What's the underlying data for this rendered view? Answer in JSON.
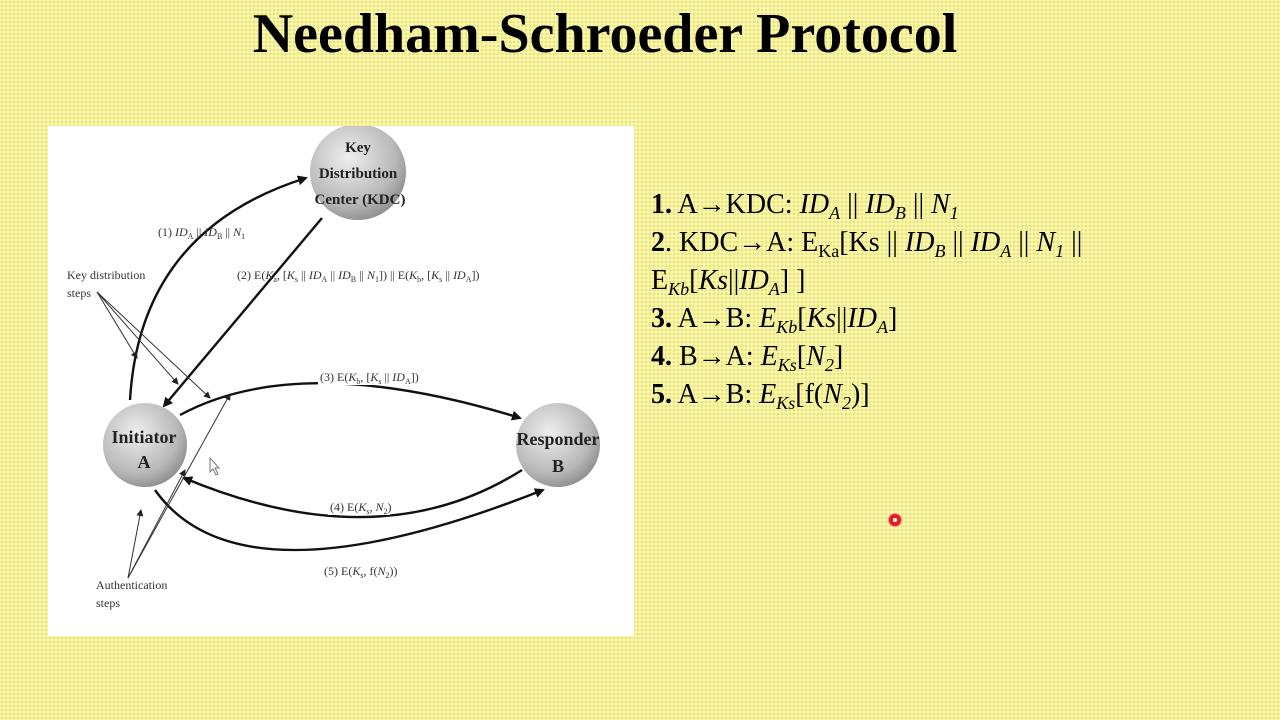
{
  "title": "Needham-Schroeder Protocol",
  "diagram": {
    "nodes": {
      "kdc": [
        "Key",
        "Distribution",
        "Center (KDC)"
      ],
      "initiator": [
        "Initiator",
        "A"
      ],
      "responder": [
        "Responder",
        "B"
      ]
    },
    "annotations": {
      "key_distribution": [
        "Key distribution",
        "steps"
      ],
      "authentication": [
        "Authentication",
        "steps"
      ]
    },
    "messages": [
      [
        {
          "t": "(1) "
        },
        {
          "t": "ID",
          "i": 1
        },
        {
          "t": "A",
          "sub": 1
        },
        {
          "t": " || "
        },
        {
          "t": "ID",
          "i": 1
        },
        {
          "t": "B",
          "sub": 1
        },
        {
          "t": " || "
        },
        {
          "t": "N",
          "i": 1
        },
        {
          "t": "1",
          "sub": 1
        }
      ],
      [
        {
          "t": "(2) E("
        },
        {
          "t": "K",
          "i": 1
        },
        {
          "t": "a",
          "sub": 1
        },
        {
          "t": ", ["
        },
        {
          "t": "K",
          "i": 1
        },
        {
          "t": "s",
          "sub": 1
        },
        {
          "t": " || "
        },
        {
          "t": "ID",
          "i": 1
        },
        {
          "t": "A",
          "sub": 1
        },
        {
          "t": " || "
        },
        {
          "t": "ID",
          "i": 1
        },
        {
          "t": "B",
          "sub": 1
        },
        {
          "t": " || "
        },
        {
          "t": "N",
          "i": 1
        },
        {
          "t": "1",
          "sub": 1
        },
        {
          "t": "]) || E("
        },
        {
          "t": "K",
          "i": 1
        },
        {
          "t": "b",
          "sub": 1
        },
        {
          "t": ", ["
        },
        {
          "t": "K",
          "i": 1
        },
        {
          "t": "s",
          "sub": 1
        },
        {
          "t": " || "
        },
        {
          "t": "ID",
          "i": 1
        },
        {
          "t": "A",
          "sub": 1
        },
        {
          "t": "])"
        }
      ],
      [
        {
          "t": "(3) E("
        },
        {
          "t": "K",
          "i": 1
        },
        {
          "t": "b",
          "sub": 1
        },
        {
          "t": ", ["
        },
        {
          "t": "K",
          "i": 1
        },
        {
          "t": "s",
          "sub": 1
        },
        {
          "t": " || "
        },
        {
          "t": "ID",
          "i": 1
        },
        {
          "t": "A",
          "sub": 1
        },
        {
          "t": "])"
        }
      ],
      [
        {
          "t": "(4) E("
        },
        {
          "t": "K",
          "i": 1
        },
        {
          "t": "s",
          "sub": 1
        },
        {
          "t": ", "
        },
        {
          "t": "N",
          "i": 1
        },
        {
          "t": "2",
          "sub": 1
        },
        {
          "t": ")"
        }
      ],
      [
        {
          "t": "(5) E("
        },
        {
          "t": "K",
          "i": 1
        },
        {
          "t": "s",
          "sub": 1
        },
        {
          "t": ", f("
        },
        {
          "t": "N",
          "i": 1
        },
        {
          "t": "2",
          "sub": 1
        },
        {
          "t": "))"
        }
      ]
    ]
  },
  "steps": [
    [
      {
        "t": "1.",
        "b": 1
      },
      {
        "t": " A→KDC: "
      },
      {
        "t": "ID",
        "i": 1
      },
      {
        "t": "A",
        "sub": 1,
        "i": 1
      },
      {
        "t": " || "
      },
      {
        "t": "ID",
        "i": 1
      },
      {
        "t": "B",
        "sub": 1,
        "i": 1
      },
      {
        "t": " || "
      },
      {
        "t": "N",
        "i": 1
      },
      {
        "t": "1",
        "sub": 1,
        "i": 1
      }
    ],
    [
      {
        "t": "2",
        "b": 1
      },
      {
        "t": ". KDC→A: E"
      },
      {
        "t": "Ka",
        "sub": 1
      },
      {
        "t": "[Ks || "
      },
      {
        "t": "ID",
        "i": 1
      },
      {
        "t": "B",
        "sub": 1,
        "i": 1
      },
      {
        "t": " || "
      },
      {
        "t": "ID",
        "i": 1
      },
      {
        "t": "A",
        "sub": 1,
        "i": 1
      },
      {
        "t": " || "
      },
      {
        "t": "N",
        "i": 1
      },
      {
        "t": "1",
        "sub": 1,
        "i": 1
      },
      {
        "t": " ||"
      }
    ],
    [
      {
        "t": "E"
      },
      {
        "t": "Kb",
        "sub": 1,
        "i": 1
      },
      {
        "t": "["
      },
      {
        "t": "Ks",
        "i": 1
      },
      {
        "t": "||"
      },
      {
        "t": "ID",
        "i": 1
      },
      {
        "t": "A",
        "sub": 1,
        "i": 1
      },
      {
        "t": "] ]"
      }
    ],
    [
      {
        "t": "3.",
        "b": 1
      },
      {
        "t": " A→B: "
      },
      {
        "t": "E",
        "i": 1
      },
      {
        "t": "Kb",
        "sub": 1,
        "i": 1
      },
      {
        "t": "["
      },
      {
        "t": "Ks",
        "i": 1
      },
      {
        "t": "||"
      },
      {
        "t": "ID",
        "i": 1
      },
      {
        "t": "A",
        "sub": 1,
        "i": 1
      },
      {
        "t": "]"
      }
    ],
    [
      {
        "t": "4.",
        "b": 1
      },
      {
        "t": " B→A: "
      },
      {
        "t": "E",
        "i": 1
      },
      {
        "t": "Ks",
        "sub": 1,
        "i": 1
      },
      {
        "t": "["
      },
      {
        "t": "N",
        "i": 1
      },
      {
        "t": "2",
        "sub": 1,
        "i": 1
      },
      {
        "t": "]"
      }
    ],
    [
      {
        "t": "5.",
        "b": 1
      },
      {
        "t": " A→B: "
      },
      {
        "t": "E",
        "i": 1
      },
      {
        "t": "Ks",
        "sub": 1,
        "i": 1
      },
      {
        "t": "[f("
      },
      {
        "t": "N",
        "i": 1
      },
      {
        "t": "2",
        "sub": 1,
        "i": 1
      },
      {
        "t": ")]"
      }
    ]
  ],
  "colors": {
    "background": "#f6f29a",
    "node_fill": "#bdbdbd",
    "pointer": "#e02020"
  },
  "icons": {
    "cursor": "mouse-cursor-icon",
    "pointer": "laser-pointer-icon"
  }
}
